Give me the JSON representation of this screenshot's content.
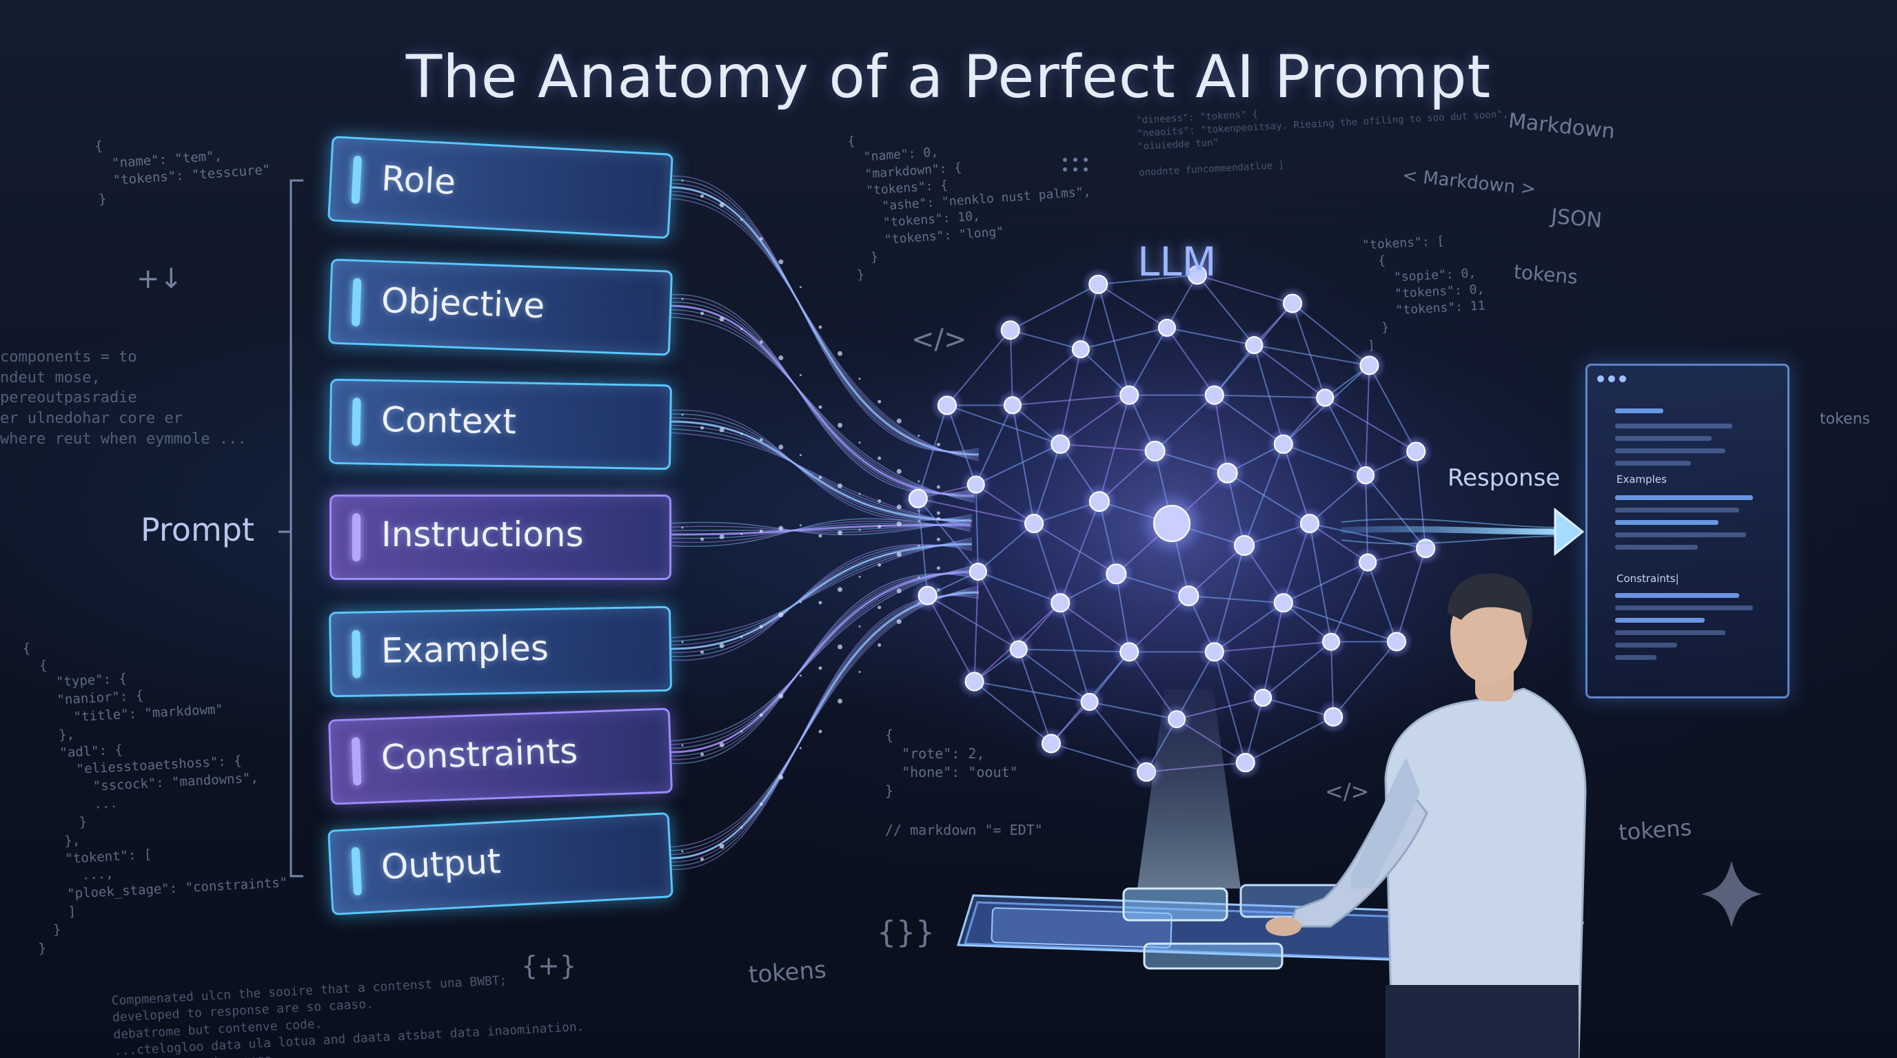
{
  "title": "The Anatomy of a Perfect AI Prompt",
  "prompt_label": "Prompt",
  "components": [
    {
      "label": "Role",
      "accent": "cyan"
    },
    {
      "label": "Objective",
      "accent": "cyan"
    },
    {
      "label": "Context",
      "accent": "cyan"
    },
    {
      "label": "Instructions",
      "accent": "violet"
    },
    {
      "label": "Examples",
      "accent": "cyan"
    },
    {
      "label": "Constraints",
      "accent": "violet"
    },
    {
      "label": "Output",
      "accent": "cyan"
    }
  ],
  "model_label": "LLM",
  "response_label": "Response",
  "response_panel": {
    "sections": [
      "Examples",
      "Constraints|"
    ]
  },
  "floating_labels": {
    "markdown": "Markdown",
    "markdown_tag": "< Markdown >",
    "json": "JSON",
    "tokens_1": "tokens",
    "tokens_2": "tokens",
    "tokens_3": "tokens",
    "tokens_4": "tokens",
    "code_tag_1": "</>",
    "code_tag_2": "</>",
    "braces_1": "{+}",
    "braces_2": "{}}",
    "plus_icon": "+↓"
  },
  "code_snippets": {
    "top_left": "{\n  \"name\": \"tem\",\n  \"tokens\": \"tesscure\"\n}",
    "left_mid": "components = to\nndeut mose,\npereoutpasradie\ner ulnedohar core er\nwhere reut when eymmole ...",
    "left_bottom": "{\n  {\n    \"type\": {\n    \"nanior\": {\n      \"title\": \"markdowm\"\n    },\n    \"adl\": {\n      \"eliesstoaetshoss\": {\n        \"sscock\": \"mandowns\",\n        ...\n      }\n    },\n    \"tokent\": [\n      ...,\n    \"ploek_stage\": \"constraints\"\n    ]\n  }\n}",
    "bottom_left": "Compmenated ulcn the sooire that a contenst una BWBT;\ndeveloped to response are so caaso.\ndebatrome but contenve code.\n...ctelogloo data ula lotua and daata atsbat data inaomination.\n...naleonwen in geego.",
    "top_center": "{\n  \"name\": 0,\n  \"markdown\": {\n  \"tokens\": {\n    \"ashe\": \"nenklo nust palms\",\n    \"tokens\": 10,\n    \"tokens\": \"long\"\n  }\n}",
    "top_center_right": "\"tokens\": [\n  {\n    \"sopie\": 0,\n    \"tokens\": 0,\n    \"tokens\": 11\n  }\n]",
    "mid_center": "{\n  \"rote\": 2,\n  \"hone\": \"oout\"\n}",
    "mid_center_comment": "// markdown \"= EDT\"",
    "top_strip": "\"dineess\": \"tokens\" {\n\"neaoits\": \"tokenpeoitsay. Rieaing the ofiling to soo dut soon\",\n\"oiuiedde tun\"\n\nonodnte funcommendatlue ]"
  }
}
